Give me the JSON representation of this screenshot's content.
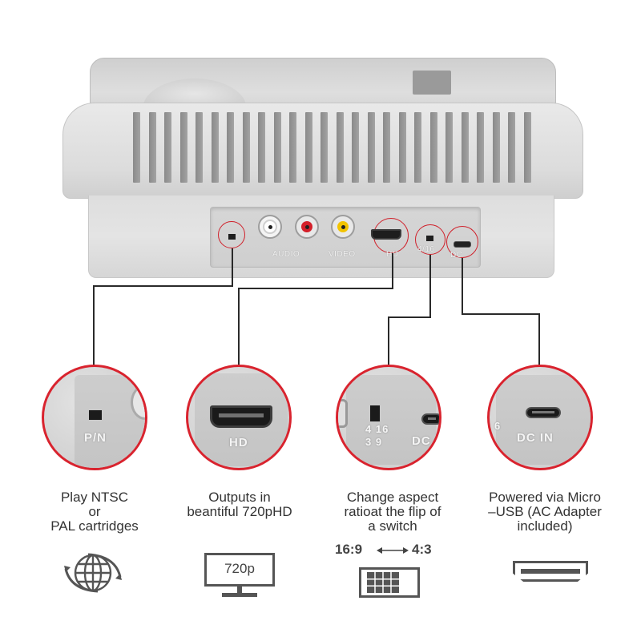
{
  "panel_labels": {
    "audio": "AUDIO",
    "video": "VIDEO",
    "hd": "HD",
    "ratio": "4/16",
    "dc": "DC"
  },
  "zoom_labels": {
    "pn": "P/N",
    "hd": "HD",
    "ratio_top": "4 16",
    "ratio_bottom": "3 9",
    "dc": "DC",
    "dc_in": "DC IN",
    "ratio_partial": "6"
  },
  "features": [
    {
      "lines": [
        "Play NTSC",
        "or",
        "PAL cartridges"
      ],
      "icon": "globe-icon"
    },
    {
      "lines": [
        "Outputs in",
        "beantiful 720pHD"
      ],
      "icon": "monitor-icon"
    },
    {
      "lines": [
        "Change aspect",
        "ratioat the flip of",
        "a switch"
      ],
      "icon": "aspect-ratio-icon"
    },
    {
      "lines": [
        "Powered via Micro",
        "–USB (AC Adapter",
        "included)"
      ],
      "icon": "hdmi-port-icon"
    }
  ],
  "icons": {
    "monitor_text": "720p",
    "ratio_left": "16:9",
    "ratio_right": "4:3"
  },
  "colors": {
    "accent_red": "#d9232e",
    "console_gray": "#dcdcdc",
    "line_dark": "#2a2a2a"
  }
}
